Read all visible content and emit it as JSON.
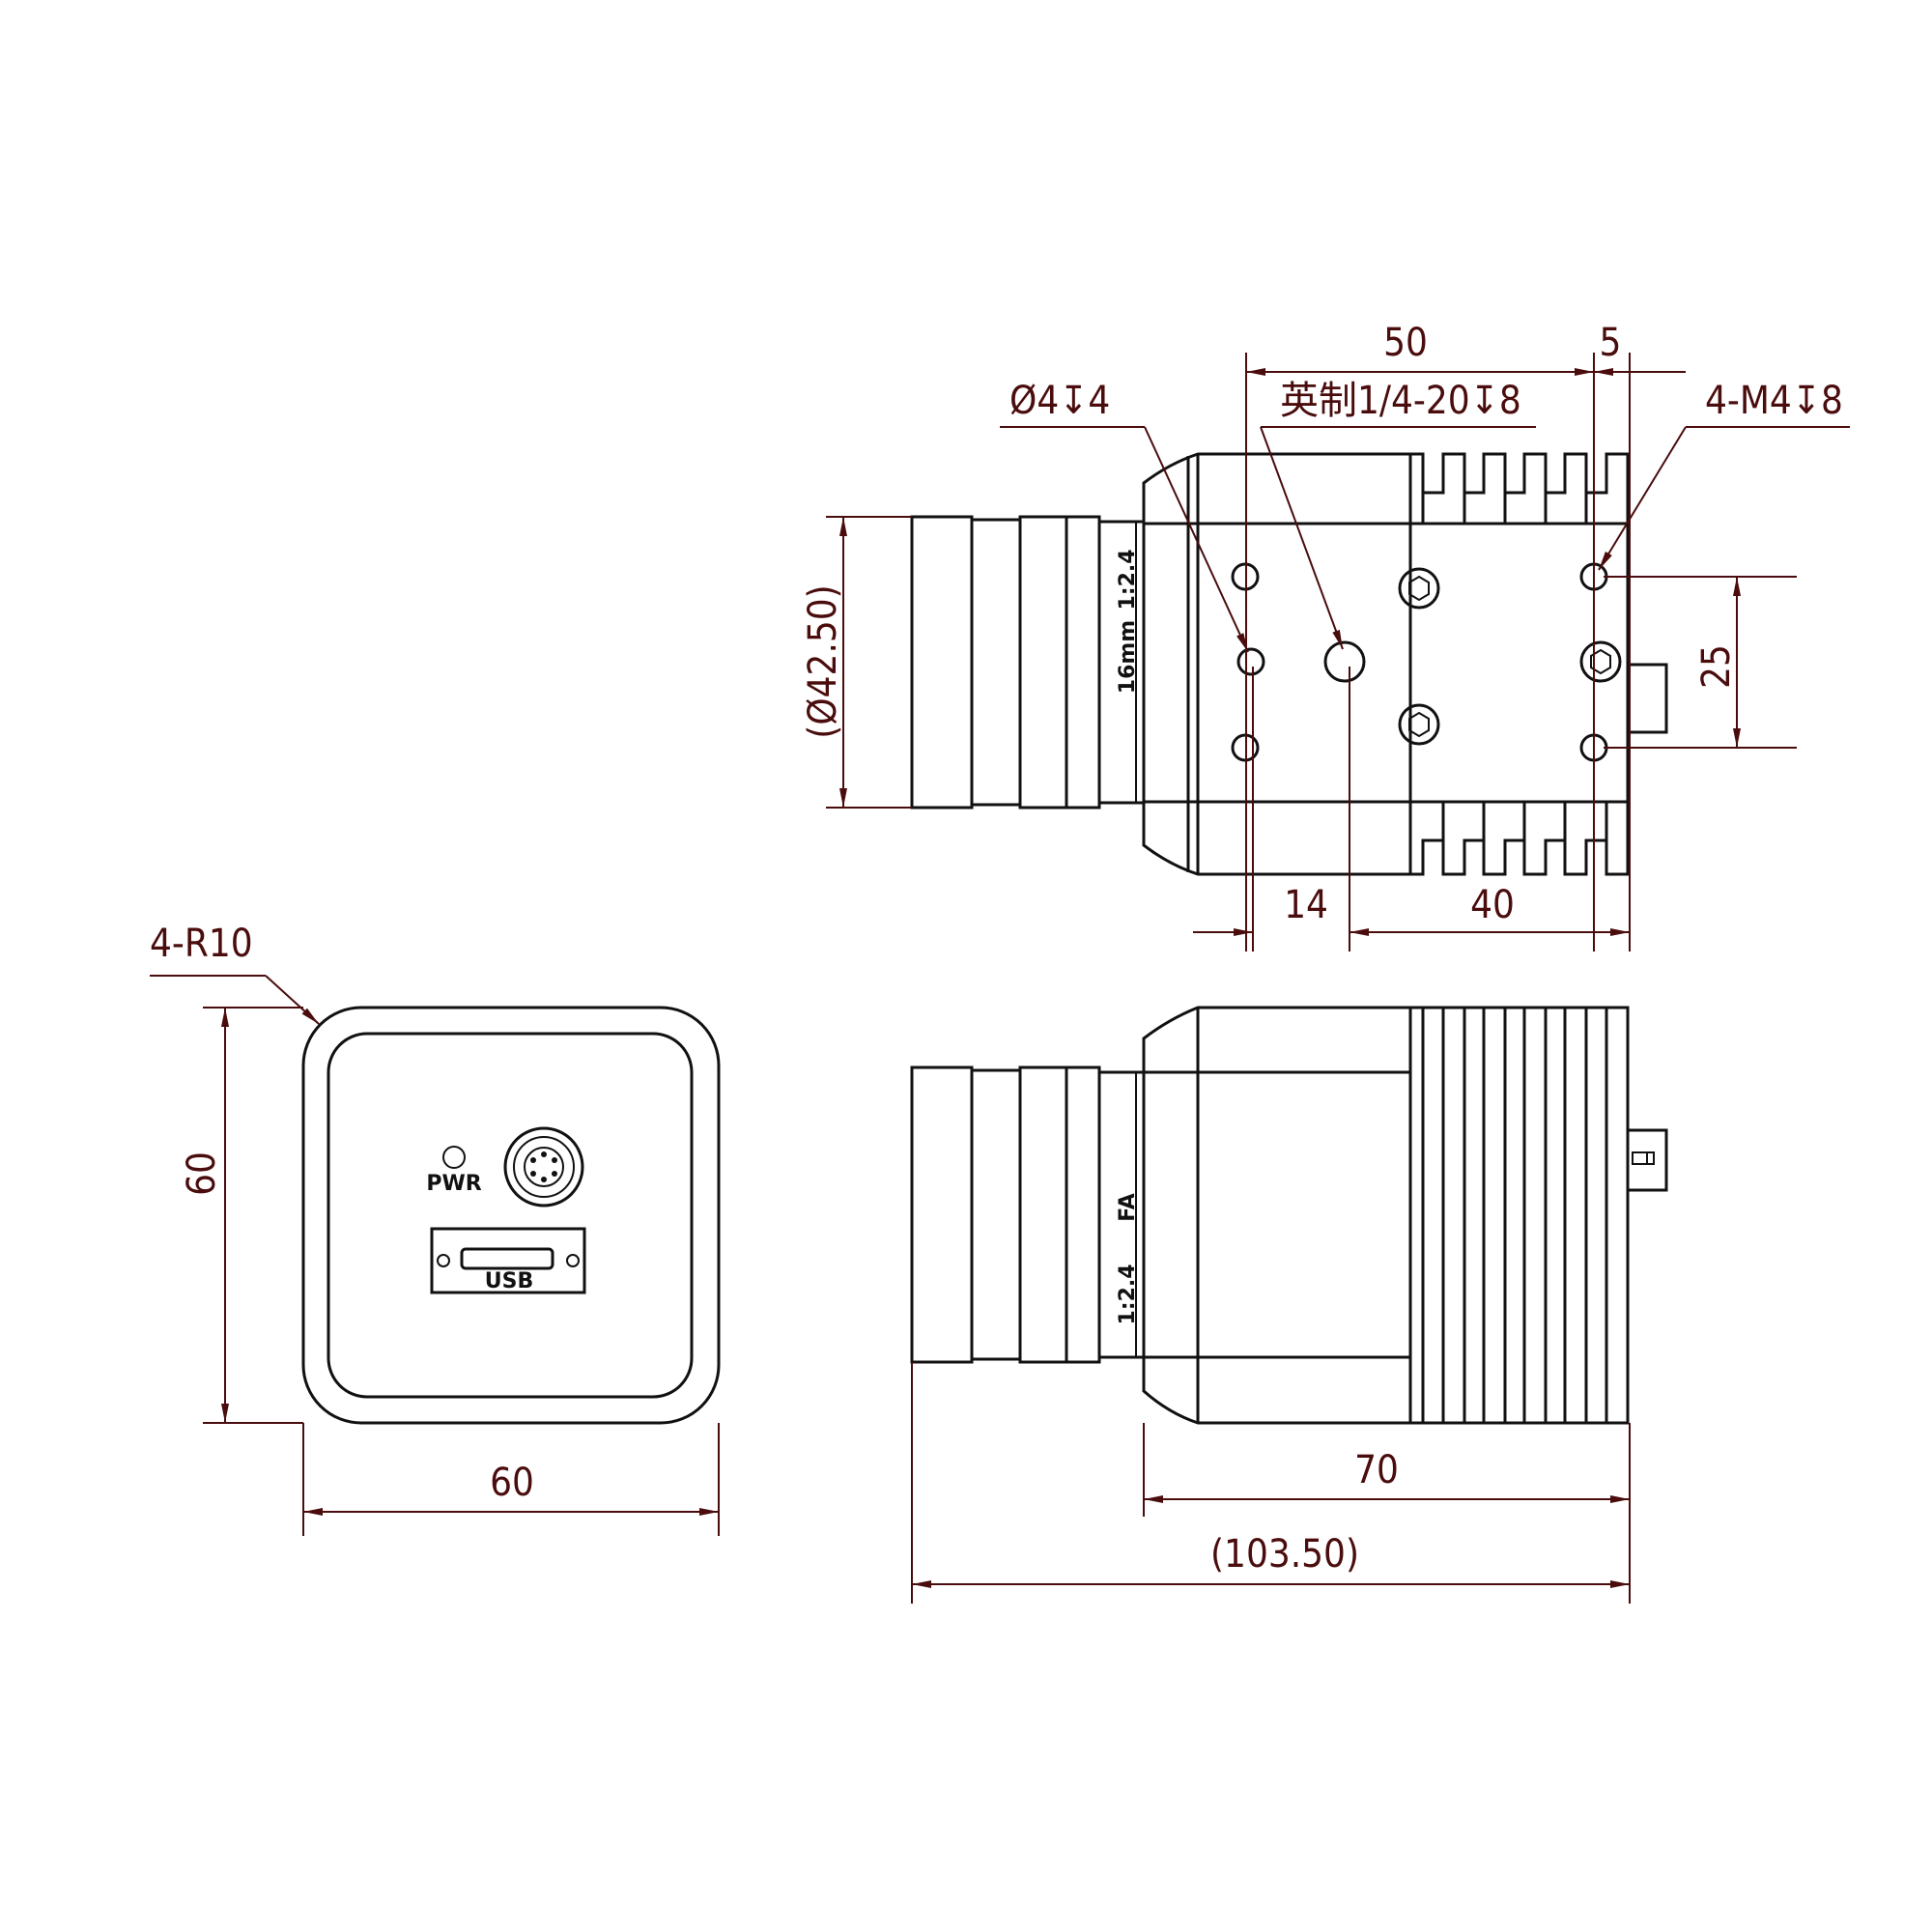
{
  "colors": {
    "outline": "#111111",
    "dimension": "#4a0c0c",
    "background": "#ffffff"
  },
  "top_view": {
    "dimensions": {
      "hole_spacing_long": "50",
      "end_offset": "5",
      "hole_spacing_short": "25",
      "lens_diameter": "(Ø42.50)",
      "tripod_offset": "14",
      "rear_offset": "40"
    },
    "callouts": {
      "pin_hole": "Ø4↧4",
      "tripod_thread": "英制1/4-20↧8",
      "mount_holes": "4-M4↧8"
    },
    "lens_labels": {
      "ratio": "1:2.4",
      "focal": "16mm"
    }
  },
  "front_view": {
    "dimensions": {
      "corner_radius": "4-R10",
      "height": "60",
      "width": "60"
    },
    "labels": {
      "power_led": "PWR",
      "usb_port": "USB"
    }
  },
  "side_view": {
    "dimensions": {
      "body_length": "70",
      "total_length": "(103.50)"
    },
    "lens_labels": {
      "brand": "FA",
      "ratio": "1:2.4"
    }
  }
}
